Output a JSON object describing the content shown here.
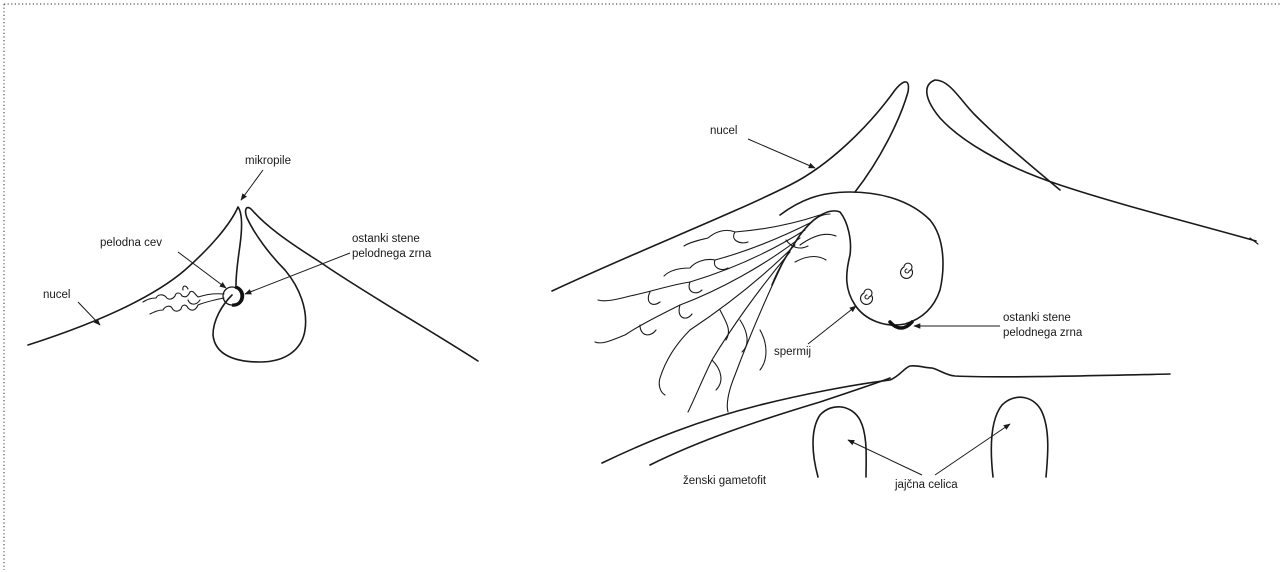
{
  "left_panel": {
    "labels": {
      "mikropile": "mikropile",
      "pelodna_cev": "pelodna cev",
      "ostanki_1": "ostanki stene",
      "ostanki_2": "pelodnega zrna",
      "nucel": "nucel"
    }
  },
  "right_panel": {
    "labels": {
      "nucel": "nucel",
      "ostanki_1": "ostanki stene",
      "ostanki_2": "pelodnega zrna",
      "spermij": "spermij",
      "zenski_gametofit": "ženski gametofit",
      "jajcna_celica": "jajčna celica"
    }
  }
}
